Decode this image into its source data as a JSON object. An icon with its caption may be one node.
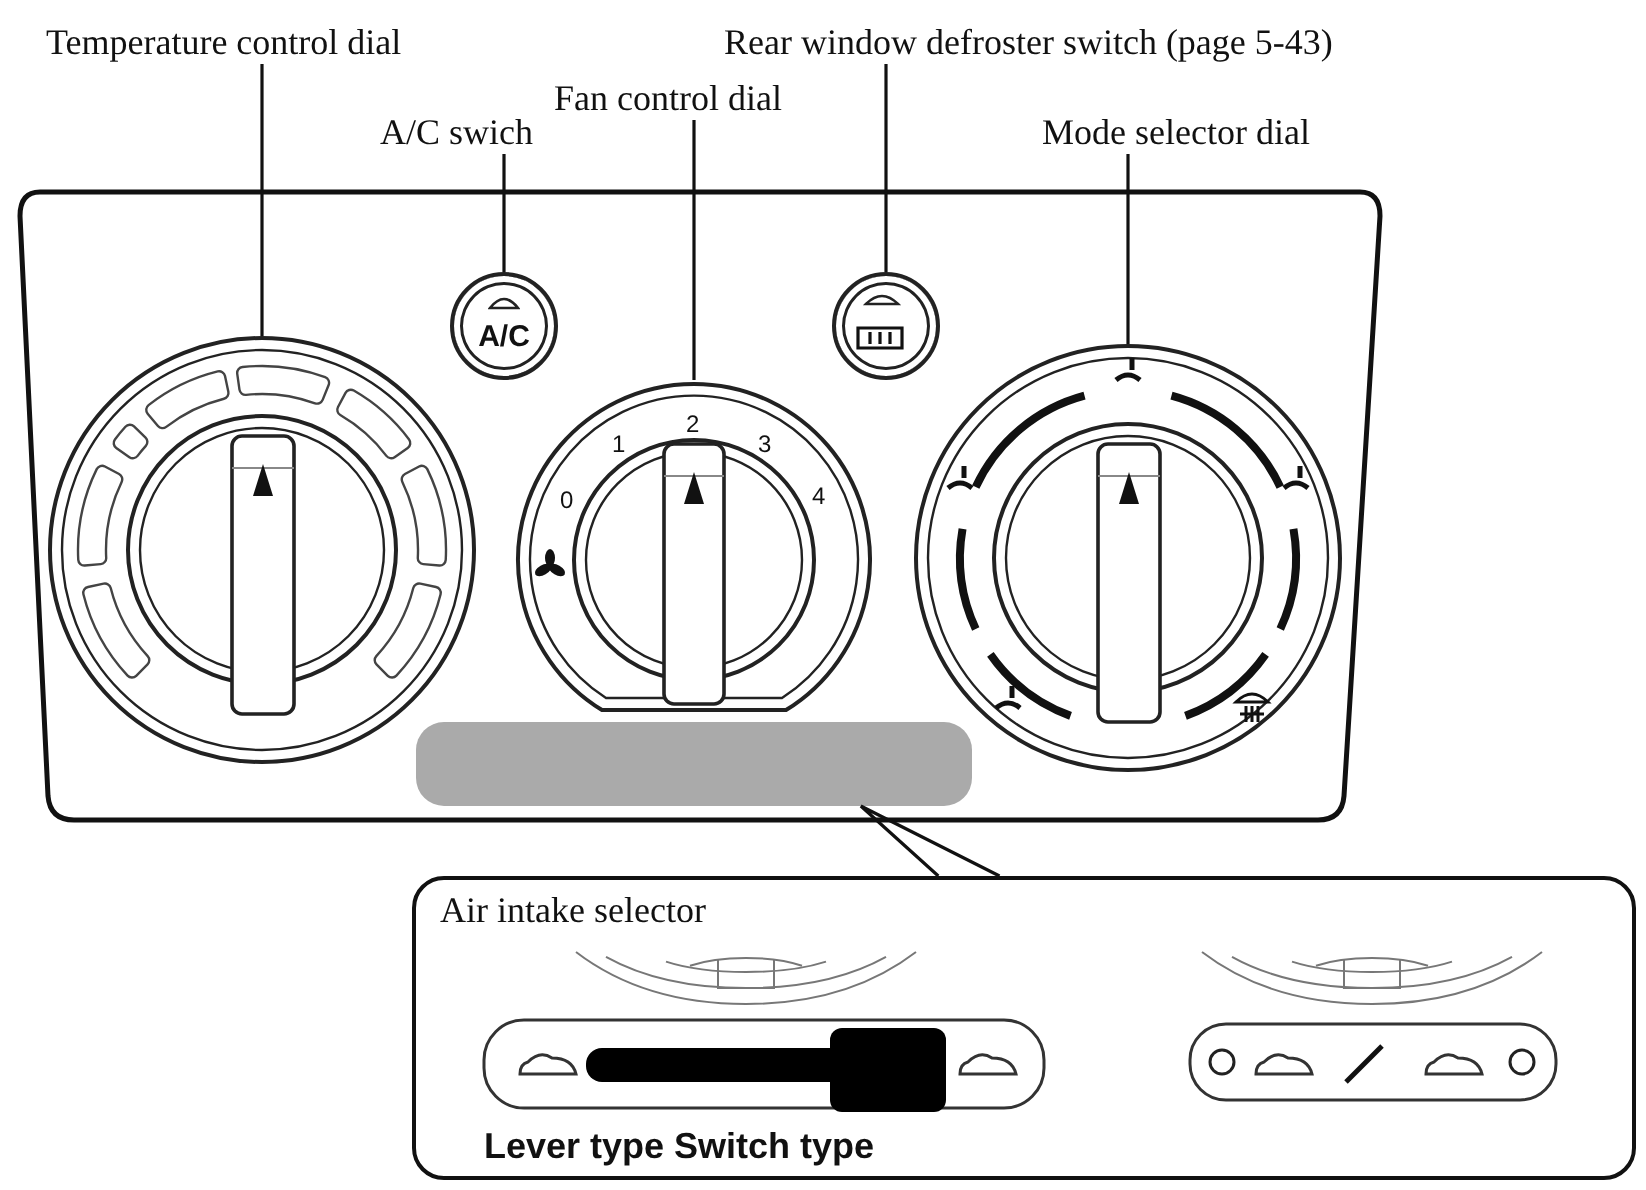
{
  "diagram": {
    "nodes": [
      {
        "text": [
          "Temperature control dial"
        ]
      },
      {
        "text": [
          "Rear window defroster switch (page 5-43)"
        ]
      },
      {
        "text": [
          "Fan control dial"
        ]
      },
      {
        "text": [
          "A/C swich"
        ]
      },
      {
        "text": [
          "Mode selector dial"
        ]
      },
      {
        "text": [],
        "shape": "box"
      },
      {
        "text": [],
        "shape": "circle",
        "in": 5
      },
      {
        "text": [
          "A/C"
        ],
        "in": 5
      },
      {
        "text": [],
        "shape": "circle",
        "in": 5
      },
      {
        "text": [],
        "shape": "circle",
        "in": 5
      },
      {
        "text": [],
        "shape": "circle",
        "in": 5
      },
      {
        "text": [],
        "shape": "bar",
        "in": 5
      },
      {
        "text": [
          "Air intake selector",
          "Lever type Switch type"
        ]
      }
    ],
    "edges": [
      {
        "from": 0,
        "to": 6,
        "arrow": "none"
      },
      {
        "from": 1,
        "to": 9,
        "arrow": "none"
      },
      {
        "from": 2,
        "to": 8,
        "arrow": "none"
      },
      {
        "from": 3,
        "to": 7,
        "arrow": "none"
      },
      {
        "from": 4,
        "to": 10,
        "arrow": "none"
      },
      {
        "from": 12,
        "to": 11,
        "arrow": "none"
      }
    ],
    "labels": [
      "0",
      "1",
      "2",
      "3",
      "4"
    ]
  }
}
